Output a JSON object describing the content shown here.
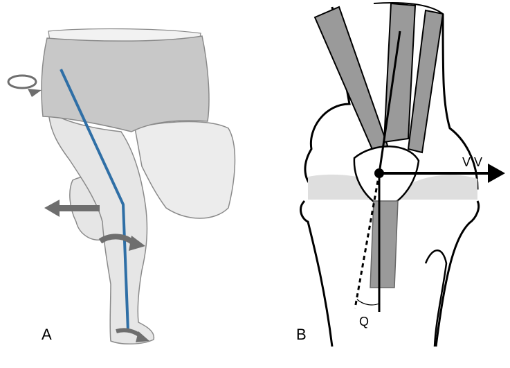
{
  "figure": {
    "panel_a": {
      "label": "A",
      "colors": {
        "shorts": "#c8c8c8",
        "skin": "#e6e6e6",
        "outline": "#8a8a8a",
        "mechanical_axis": "#2f6fa6",
        "rotation_arrow": "#6e6e6e"
      },
      "icons": [
        "pelvis-rotation-arrow",
        "thigh-adduction-arrow",
        "knee-rotation-arrow",
        "foot-rotation-arrow"
      ]
    },
    "panel_b": {
      "label": "B",
      "vector_label": "V V",
      "angle_label": "Q",
      "colors": {
        "tendon": "#9a9a9a",
        "cartilage": "#dedede",
        "bone_outline": "#000000",
        "arrow": "#000000"
      },
      "icons": [
        "valgus-vector-arrow",
        "q-angle-arc"
      ]
    }
  }
}
